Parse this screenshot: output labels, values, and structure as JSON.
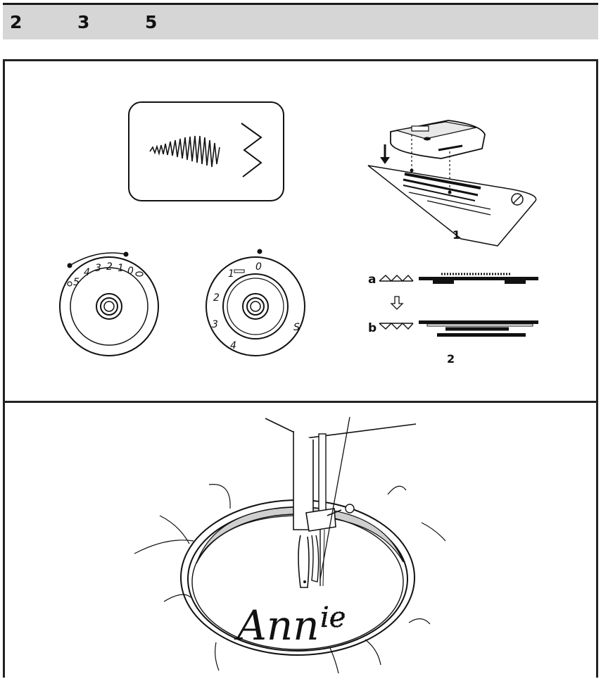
{
  "header": {
    "numbers": [
      "2",
      "3",
      "5"
    ],
    "color": "#d6d6d6"
  },
  "width_dial": {
    "numbers": [
      "5",
      "4",
      "3",
      "2",
      "1",
      "0"
    ]
  },
  "length_dial": {
    "numbers": [
      "0",
      "1",
      "2",
      "3",
      "4",
      "S"
    ]
  },
  "presser_foot": {
    "label": "1"
  },
  "feed_dog": {
    "option_a": "a",
    "option_b": "b",
    "label": "2"
  },
  "embroidery": {
    "text_sewn": "Ann",
    "text_pending": "ie"
  }
}
